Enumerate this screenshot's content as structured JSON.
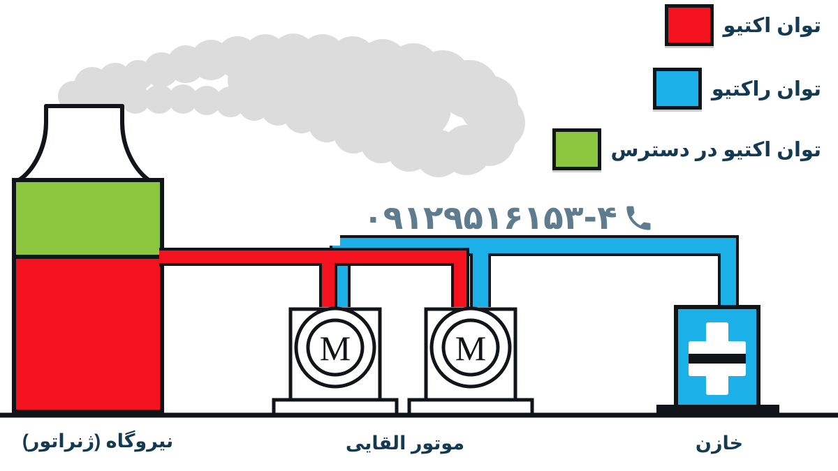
{
  "legend": {
    "items": [
      {
        "label": "توان اکتیو",
        "color": "#f4121e",
        "icon": "red-swatch-icon"
      },
      {
        "label": "توان راکتیو",
        "color": "#1bb0e8",
        "icon": "blue-swatch-icon"
      },
      {
        "label": "توان اکتیو در دسترس",
        "color": "#8cc63f",
        "icon": "green-swatch-icon"
      }
    ]
  },
  "contact": {
    "phone": "۰۹۱۲۹۵۱۶۱۵۳-۴",
    "icon": "phone-icon"
  },
  "devices": [
    {
      "label": "نیروگاه (ژنراتور)",
      "name": "power-plant"
    },
    {
      "label": "موتور القایی",
      "name": "induction-motor"
    },
    {
      "label": "خازن",
      "name": "capacitor"
    }
  ],
  "diagram": {
    "motor_symbol": "M",
    "smoke": "smoke-cloud",
    "colors": {
      "active_power": "#f4121e",
      "reactive_power": "#1bb0e8",
      "available_active_power": "#8cc63f",
      "outline": "#111418",
      "smoke": "#dcdcdc",
      "ground": "#111418",
      "text": "#143a52",
      "phone_text": "#5f7b8e"
    }
  }
}
